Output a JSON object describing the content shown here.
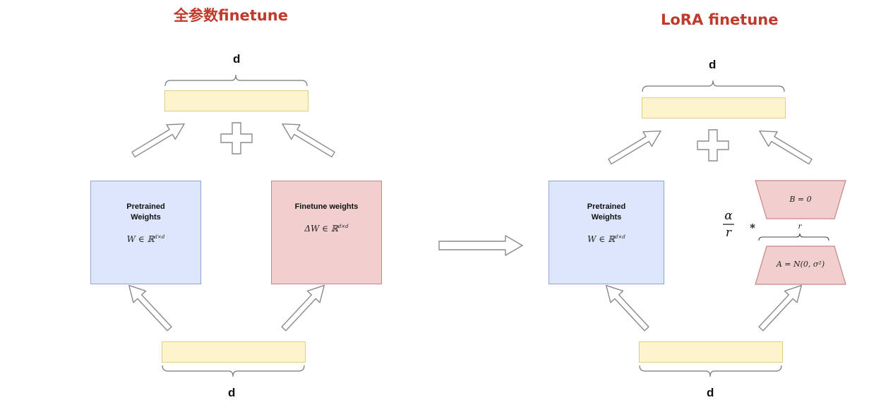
{
  "left": {
    "title": "全参数finetune",
    "top_dim": "d",
    "bottom_dim": "d",
    "pretrained": {
      "title": "Pretrained Weights",
      "formula": "W ∈ ℝ",
      "sup": "d×d"
    },
    "finetune": {
      "title": "Finetune weights",
      "formula": "ΔW ∈ ℝ",
      "sup": "d×d"
    }
  },
  "right": {
    "title": "LoRA finetune",
    "top_dim": "d",
    "bottom_dim": "d",
    "pretrained": {
      "title": "Pretrained Weights",
      "formula": "W ∈ ℝ",
      "sup": "d×d"
    },
    "b_matrix": "B = 0",
    "a_matrix": "A = N(0, σ²)",
    "rank": "r",
    "scale_num": "α",
    "scale_den": "r",
    "multiply": "*"
  },
  "colors": {
    "title": "#c0392b",
    "bar_fill": "#fdf3cc",
    "blue_fill": "#dde6fb",
    "red_fill": "#f2cfcf"
  }
}
